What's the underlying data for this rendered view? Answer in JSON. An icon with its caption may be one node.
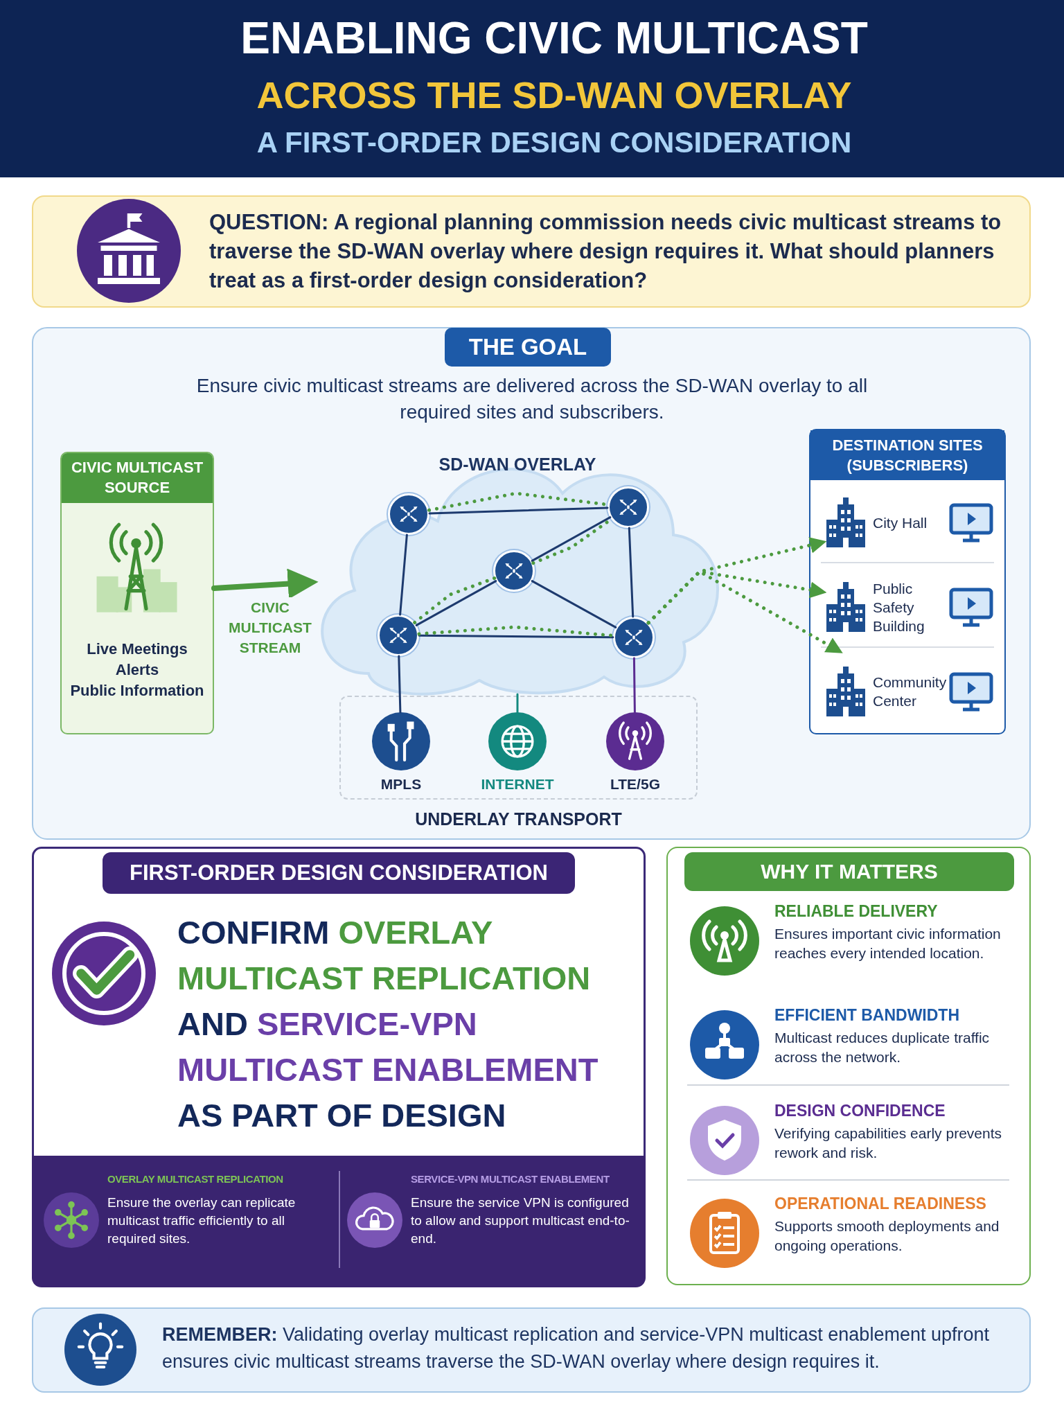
{
  "diagram": {
    "nodes": [
      {
        "text": [
          "ENABLING CIVIC MULTICAST",
          "ACROSS THE SD-WAN OVERLAY",
          "A FIRST-ORDER DESIGN CONSIDERATION"
        ]
      },
      {
        "text": [
          "**QUESTION:** A regional planning commission needs civic multicast streams to traverse the SD-WAN overlay where design requires it. What should planners treat as a first-order design consideration?"
        ]
      },
      {
        "text": [
          "THE GOAL",
          "Ensure civic multicast streams are delivered across the SD-WAN overlay to all required sites and subscribers."
        ]
      },
      {
        "text": [
          "CIVIC MULTICAST SOURCE",
          "Live Meetings",
          "Alerts",
          "Public Information"
        ],
        "in": 2
      },
      {
        "text": [
          "SD-WAN OVERLAY"
        ],
        "in": 2
      },
      {
        "text": [],
        "shape": "circle",
        "in": 4
      },
      {
        "text": [],
        "shape": "circle",
        "in": 4
      },
      {
        "text": [],
        "shape": "circle",
        "in": 4
      },
      {
        "text": [],
        "shape": "circle",
        "in": 4
      },
      {
        "text": [],
        "shape": "circle",
        "in": 4
      },
      {
        "text": [
          "UNDERLAY TRANSPORT"
        ],
        "in": 2
      },
      {
        "text": [
          "MPLS"
        ],
        "in": 10
      },
      {
        "text": [
          "INTERNET"
        ],
        "in": 10
      },
      {
        "text": [
          "LTE/5G"
        ],
        "in": 10
      },
      {
        "text": [
          "DESTINATION SITES (SUBSCRIBERS)"
        ],
        "in": 2
      },
      {
        "text": [
          "City Hall"
        ],
        "in": 14
      },
      {
        "text": [
          "Public Safety Building"
        ],
        "in": 14
      },
      {
        "text": [
          "Community Center"
        ],
        "in": 14
      },
      {
        "text": [
          "FIRST-ORDER DESIGN CONSIDERATION",
          "CONFIRM *OVERLAY MULTICAST REPLICATION* AND **SERVICE-VPN MULTICAST ENABLEMENT** AS PART OF DESIGN"
        ]
      },
      {
        "text": [
          "OVERLAY MULTICAST REPLICATION",
          "Ensure the overlay can replicate multicast traffic efficiently to all required sites."
        ],
        "in": 18
      },
      {
        "text": [
          "SERVICE-VPN MULTICAST ENABLEMENT",
          "Ensure the service VPN is configured to allow and support multicast end-to-end."
        ],
        "in": 18
      },
      {
        "text": [
          "WHY IT MATTERS"
        ]
      },
      {
        "text": [
          "RELIABLE DELIVERY",
          "Ensures important civic information reaches every intended location."
        ],
        "in": 21
      },
      {
        "text": [
          "EFFICIENT BANDWIDTH",
          "Multicast reduces duplicate traffic across the network."
        ],
        "in": 21
      },
      {
        "text": [
          "DESIGN CONFIDENCE",
          "Verifying capabilities early prevents rework and risk."
        ],
        "in": 21
      },
      {
        "text": [
          "OPERATIONAL READINESS",
          "Supports smooth deployments and ongoing operations."
        ],
        "in": 21
      },
      {
        "text": [
          "**REMEMBER:** Validating overlay multicast replication and service-VPN multicast enablement upfront ensures civic multicast streams traverse the SD-WAN overlay where design requires it."
        ]
      }
    ],
    "edges": [
      {
        "from": 3,
        "to": 4,
        "arrow": "to",
        "label": "CIVIC MULTICAST STREAM",
        "style": "thick",
        "color": "#4c9a3f"
      },
      {
        "from": 5,
        "to": 6,
        "arrow": "none",
        "color": "#1d3a6e"
      },
      {
        "from": 5,
        "to": 8,
        "arrow": "none",
        "color": "#1d3a6e"
      },
      {
        "from": 6,
        "to": 9,
        "arrow": "none",
        "color": "#1d3a6e"
      },
      {
        "from": 8,
        "to": 9,
        "arrow": "none",
        "color": "#1d3a6e"
      },
      {
        "from": 8,
        "to": 7,
        "arrow": "none",
        "color": "#1d3a6e"
      },
      {
        "from": 7,
        "to": 6,
        "arrow": "none",
        "color": "#1d3a6e"
      },
      {
        "from": 7,
        "to": 9,
        "arrow": "none",
        "color": "#1d3a6e"
      },
      {
        "from": 5,
        "to": 6,
        "arrow": "none",
        "style": "dashed",
        "color": "#4c9a3f"
      },
      {
        "from": 8,
        "to": 7,
        "arrow": "none",
        "style": "dashed",
        "color": "#4c9a3f"
      },
      {
        "from": 7,
        "to": 6,
        "arrow": "none",
        "style": "dashed",
        "color": "#4c9a3f"
      },
      {
        "from": 8,
        "to": 9,
        "arrow": "none",
        "style": "dashed",
        "color": "#4c9a3f"
      },
      {
        "from": 9,
        "to": 15,
        "arrow": "to",
        "style": "dashed",
        "color": "#4c9a3f"
      },
      {
        "from": 9,
        "to": 16,
        "arrow": "to",
        "style": "dashed",
        "color": "#4c9a3f"
      },
      {
        "from": 9,
        "to": 17,
        "arrow": "to",
        "style": "dashed",
        "color": "#4c9a3f"
      },
      {
        "from": 11,
        "to": 8,
        "arrow": "none",
        "color": "#1d3a6e"
      },
      {
        "from": 12,
        "to": 4,
        "arrow": "none",
        "color": "#13897f"
      },
      {
        "from": 13,
        "to": 9,
        "arrow": "none",
        "color": "#5b2c91"
      }
    ]
  }
}
